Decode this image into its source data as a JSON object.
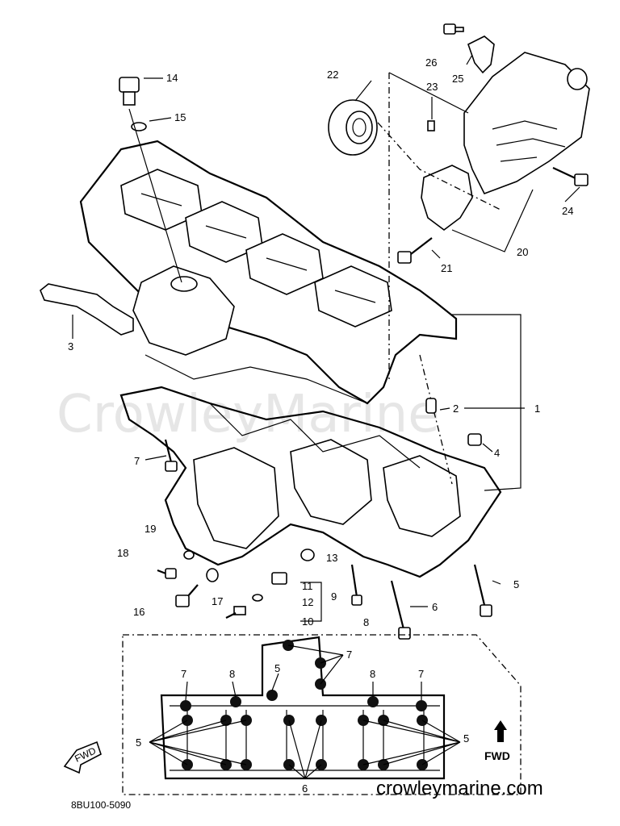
{
  "watermark": "CrowleyMarine",
  "site_footer": "crowleymarine.com",
  "diagram_code": "8BU100-5090",
  "fwd_label": "FWD",
  "fwd_arrow_label": "FWD",
  "callouts": {
    "c1": "1",
    "c2": "2",
    "c3": "3",
    "c4": "4",
    "c5": "5",
    "c6": "6",
    "c7": "7",
    "c8": "8",
    "c9": "9",
    "c10": "10",
    "c11": "11",
    "c12": "12",
    "c13": "13",
    "c14": "14",
    "c15": "15",
    "c16": "16",
    "c17": "17",
    "c18": "18",
    "c19": "19",
    "c20": "20",
    "c21": "21",
    "c22": "22",
    "c23": "23",
    "c24": "24",
    "c25": "25",
    "c26": "26"
  },
  "inset_callouts": {
    "i7a": "7",
    "i8a": "8",
    "i5a": "5",
    "i7b": "7",
    "i8b": "8",
    "i7c": "7",
    "i5l": "5",
    "i5r": "5",
    "i6": "6"
  }
}
